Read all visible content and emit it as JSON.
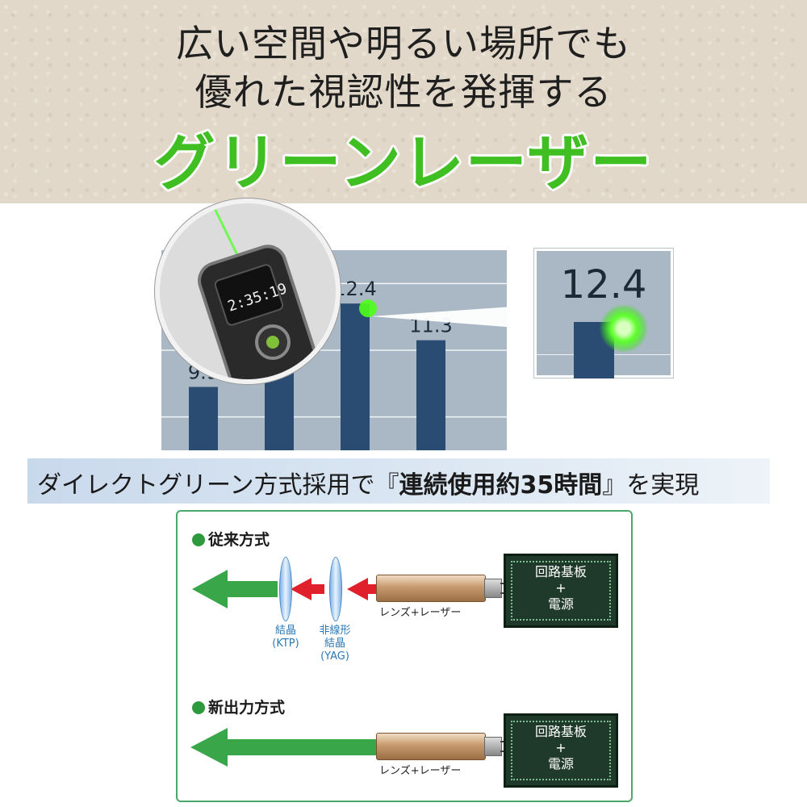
{
  "hero": {
    "line1": "広い空間や明るい場所でも",
    "line2": "優れた視認性を発揮する",
    "headline": "グリーンレーザー"
  },
  "chart_data": {
    "type": "bar",
    "categories": [
      "",
      "",
      "",
      ""
    ],
    "values": [
      9.9,
      11.9,
      12.4,
      11.3
    ],
    "data_labels": [
      "9.9",
      "",
      "12.4",
      "11.3"
    ],
    "title": "",
    "xlabel": "",
    "ylabel": "",
    "ylim": [
      8.0,
      14.0
    ],
    "grid": true,
    "highlight_index": 2,
    "colors": {
      "bar": "#2a4b72",
      "panel": "#a9b8c4",
      "laser": "#4cff1a"
    }
  },
  "zoom": {
    "label": "12.4"
  },
  "device": {
    "display_time": "2:35:19"
  },
  "banner": {
    "text_before": "ダイレクトグリーン方式採用で『",
    "text_bold": "連続使用約35時間",
    "text_after": "』を実現"
  },
  "diagram": {
    "old": {
      "title": "従来方式",
      "board_line1": "回路基板",
      "board_line2": "+",
      "board_line3": "電源",
      "tube_label": "レンズ+レーザー",
      "crystal1_line1": "結晶",
      "crystal1_line2": "(KTP)",
      "crystal2_line1": "非線形",
      "crystal2_line2": "結晶",
      "crystal2_line3": "(YAG)"
    },
    "new": {
      "title": "新出力方式",
      "board_line1": "回路基板",
      "board_line2": "+",
      "board_line3": "電源",
      "tube_label": "レンズ+レーザー"
    },
    "colors": {
      "green_arrow": "#3aa64a",
      "red_arrow": "#e0202a",
      "border": "#4aa86a"
    }
  }
}
